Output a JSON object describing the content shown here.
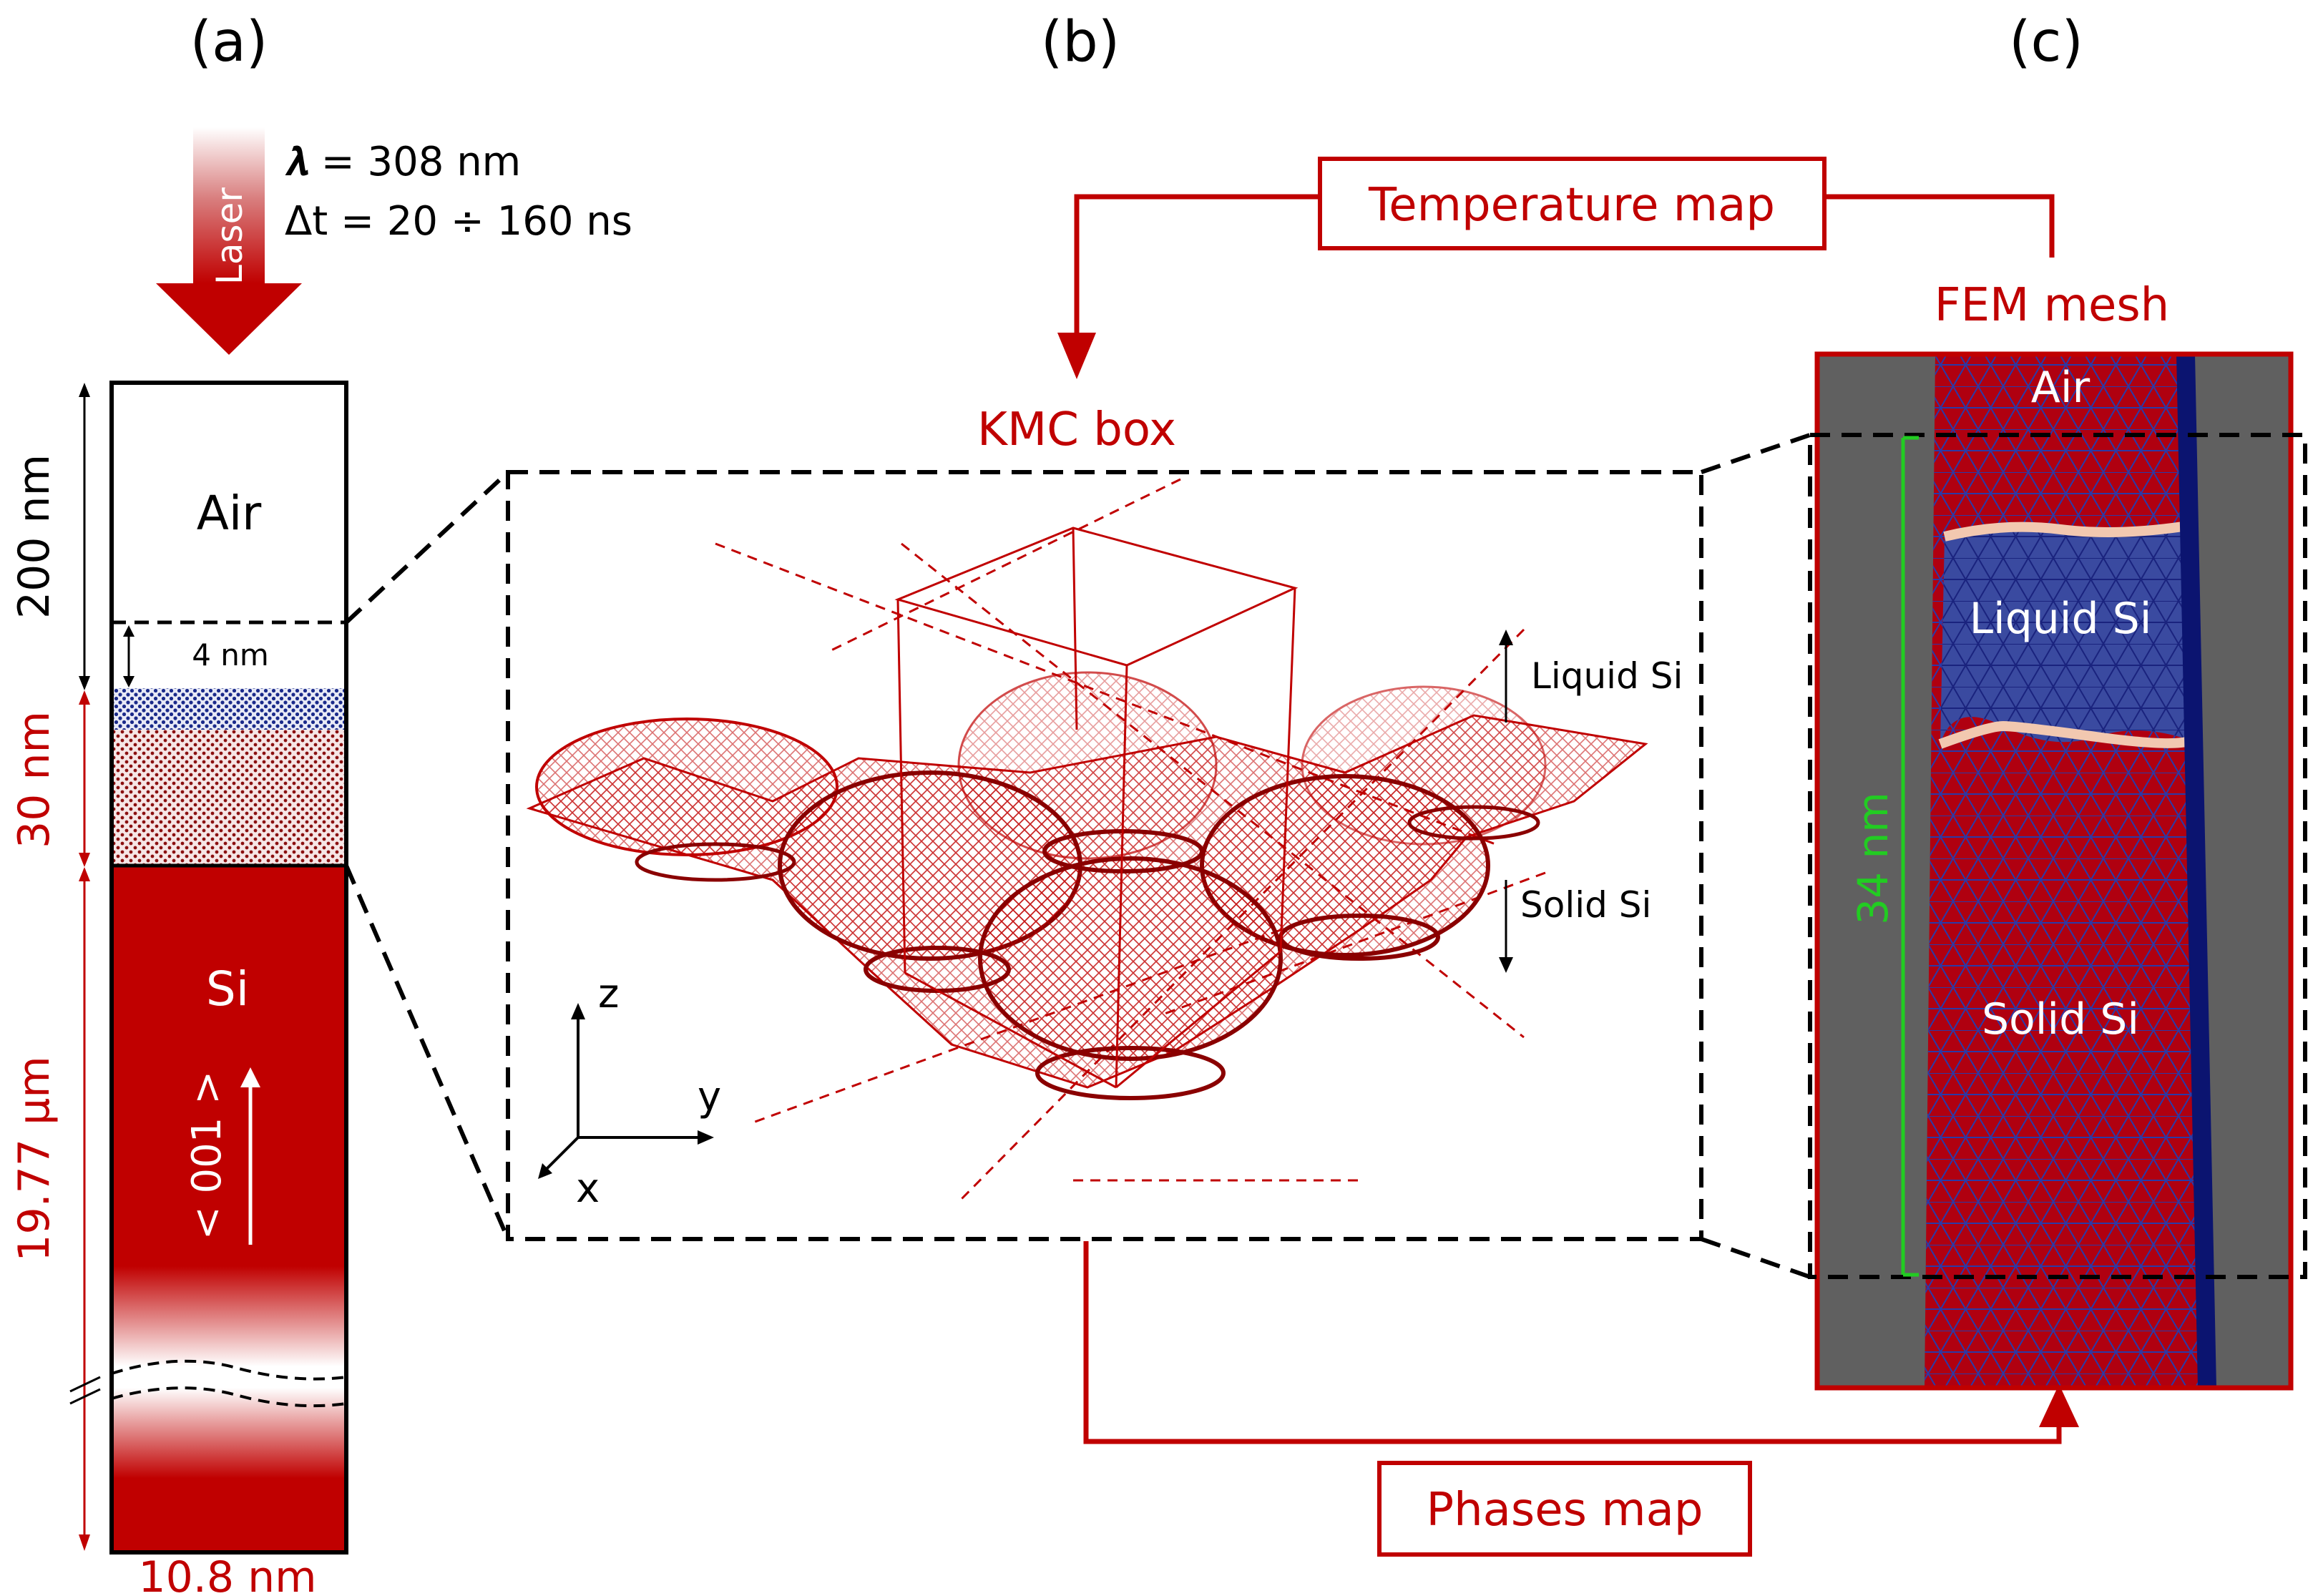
{
  "panels": {
    "a": "(a)",
    "b": "(b)",
    "c": "(c)"
  },
  "laser": {
    "label": "Laser",
    "wavelength": "𝝀 = 308 nm",
    "duration": "Δt = 20 ÷ 160 ns"
  },
  "column_a": {
    "air": "Air",
    "si": "Si",
    "orientation": "< 001 >",
    "dim_air": "200 nm",
    "dim_top_layer": "4 nm",
    "dim_kmc": "30 nm",
    "dim_bulk": "19.77 μm",
    "dim_width": "10.8 nm"
  },
  "kmc": {
    "title": "KMC box",
    "liquid": "Liquid Si",
    "solid": "Solid Si",
    "axis_z": "z",
    "axis_y": "y",
    "axis_x": "x"
  },
  "fem": {
    "title": "FEM mesh",
    "air": "Air",
    "liquid": "Liquid Si",
    "solid": "Solid Si",
    "dim": "34 nm"
  },
  "flow": {
    "temperature_map": "Temperature map",
    "phases_map": "Phases map"
  },
  "colors": {
    "accent": "#c00000",
    "si_red": "#c00000",
    "liquid_blue": "#3a4aa0",
    "mesh_gray": "#606060",
    "fem_green": "#22cc22"
  }
}
